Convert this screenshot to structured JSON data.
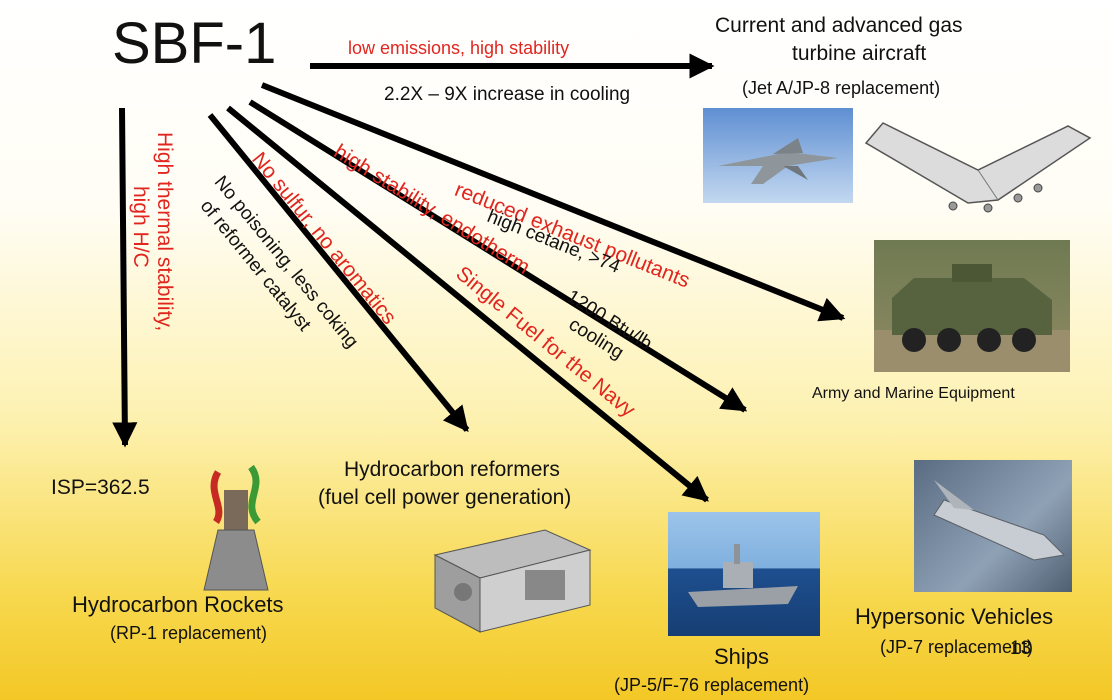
{
  "title": "SBF-1",
  "colors": {
    "accent_red": "#e0261f",
    "arrow": "#000000"
  },
  "destinations": {
    "aircraft": {
      "line1": "Current and advanced gas",
      "line2": "turbine aircraft",
      "sub": "(Jet A/JP-8 replacement)"
    },
    "army": {
      "label": "Army and Marine Equipment"
    },
    "rockets": {
      "isp": "ISP=362.5",
      "label": "Hydrocarbon Rockets",
      "sub": "(RP-1 replacement)"
    },
    "reformers": {
      "line1": "Hydrocarbon reformers",
      "line2": "(fuel cell power generation)"
    },
    "ships": {
      "label": "Ships",
      "sub": "(JP-5/F-76 replacement)"
    },
    "hypersonic": {
      "label": "Hypersonic Vehicles",
      "sub": "(JP-7 replacement)"
    }
  },
  "arrow_labels": {
    "low_emissions": "low emissions, high stability",
    "cooling_increase": "2.2X – 9X increase in cooling",
    "reduced_exhaust": "reduced exhaust pollutants",
    "high_cetane": "high cetane, >74",
    "high_stability_endotherm": "high stability, endotherm",
    "btu_line1": "1200 Btu/lb",
    "btu_line2": "cooling",
    "single_fuel": "Single Fuel for the Navy",
    "no_sulfur": "No sulfur, no aromatics",
    "no_poisoning_line1": "No poisoning, less coking",
    "no_poisoning_line2": "of reformer catalyst",
    "thermal_line1": "High thermal stability,",
    "thermal_line2": "high H/C"
  },
  "page_number": "13"
}
